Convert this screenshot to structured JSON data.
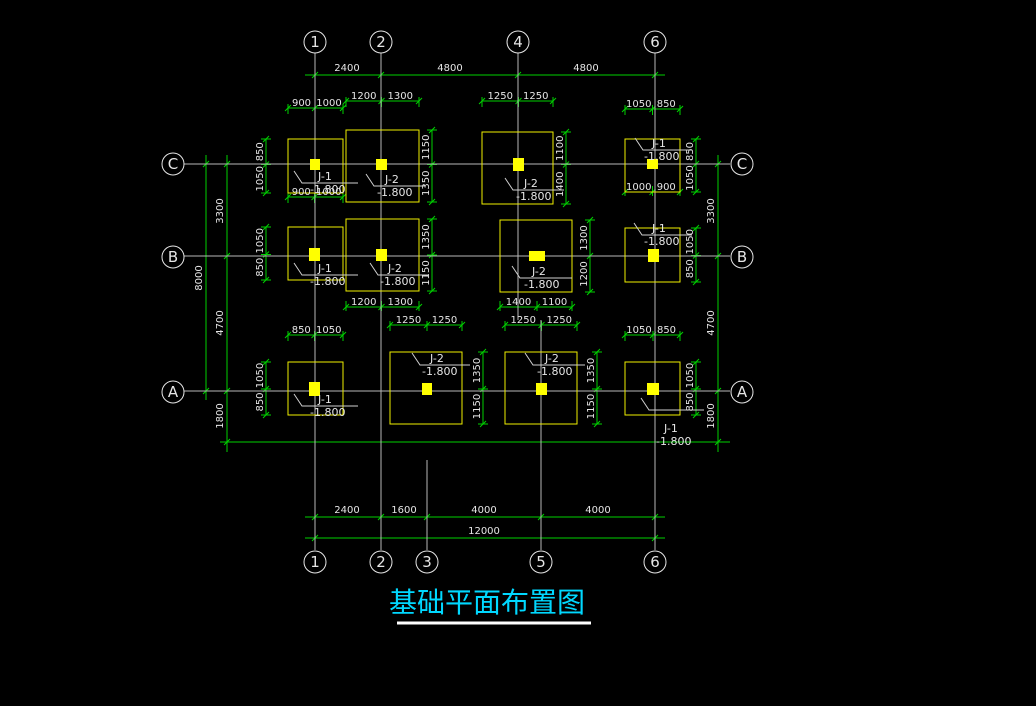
{
  "grid_axes": {
    "x_top": [
      "1",
      "2",
      "4",
      "6"
    ],
    "x_bottom": [
      "1",
      "2",
      "3",
      "5",
      "6"
    ],
    "y_left": [
      "C",
      "B",
      "A"
    ],
    "y_right": [
      "C",
      "B",
      "A"
    ]
  },
  "dims": {
    "top": [
      "2400",
      "4800",
      "4800"
    ],
    "bottom_segments": [
      "2400",
      "1600",
      "4000",
      "4000"
    ],
    "bottom_total": "12000",
    "left_segments": [
      "3300",
      "4700",
      "1800"
    ],
    "left_total": "8000",
    "right_segments": [
      "3300",
      "4700",
      "1800"
    ],
    "footings": {
      "c1": {
        "top": [
          "900",
          "1000"
        ],
        "side": [
          "850",
          "1050"
        ]
      },
      "c2": {
        "top": [
          "1200",
          "1300"
        ],
        "side": [
          "1150",
          "1350"
        ]
      },
      "c4": {
        "top": [
          "1250",
          "1250"
        ],
        "side": [
          "1100",
          "1400"
        ]
      },
      "c6": {
        "top": [
          "1050",
          "850"
        ],
        "bottom": [
          "1000",
          "900"
        ],
        "side": [
          "850",
          "1050"
        ]
      },
      "b1": {
        "top": [
          "900",
          "1000"
        ],
        "side": [
          "1050",
          "850"
        ]
      },
      "b2": {
        "bottom": [
          "1200",
          "1300"
        ],
        "side": [
          "1350",
          "1150"
        ]
      },
      "b4": {
        "bottom": [
          "1400",
          "1100"
        ],
        "side": [
          "1300",
          "1200"
        ]
      },
      "b6": {
        "side": [
          "1050",
          "850"
        ]
      },
      "a1": {
        "top": [
          "850",
          "1050"
        ],
        "side": [
          "1050",
          "850"
        ]
      },
      "a3": {
        "top": [
          "1250",
          "1250"
        ],
        "side": [
          "1350",
          "1150"
        ]
      },
      "a5": {
        "top": [
          "1250",
          "1250"
        ],
        "side": [
          "1350",
          "1150"
        ]
      },
      "a6": {
        "top": [
          "1050",
          "850"
        ],
        "side": [
          "1050",
          "850"
        ]
      }
    }
  },
  "labels": {
    "j1": "J-1",
    "j2": "J-2",
    "elev": "-1.800"
  },
  "title": "基础平面布置图",
  "colors": {
    "dimension": "#00d000",
    "footing": "#f0f000",
    "column": "#ffff00",
    "title": "#00d8ff",
    "grid": "#b8b8b8"
  }
}
